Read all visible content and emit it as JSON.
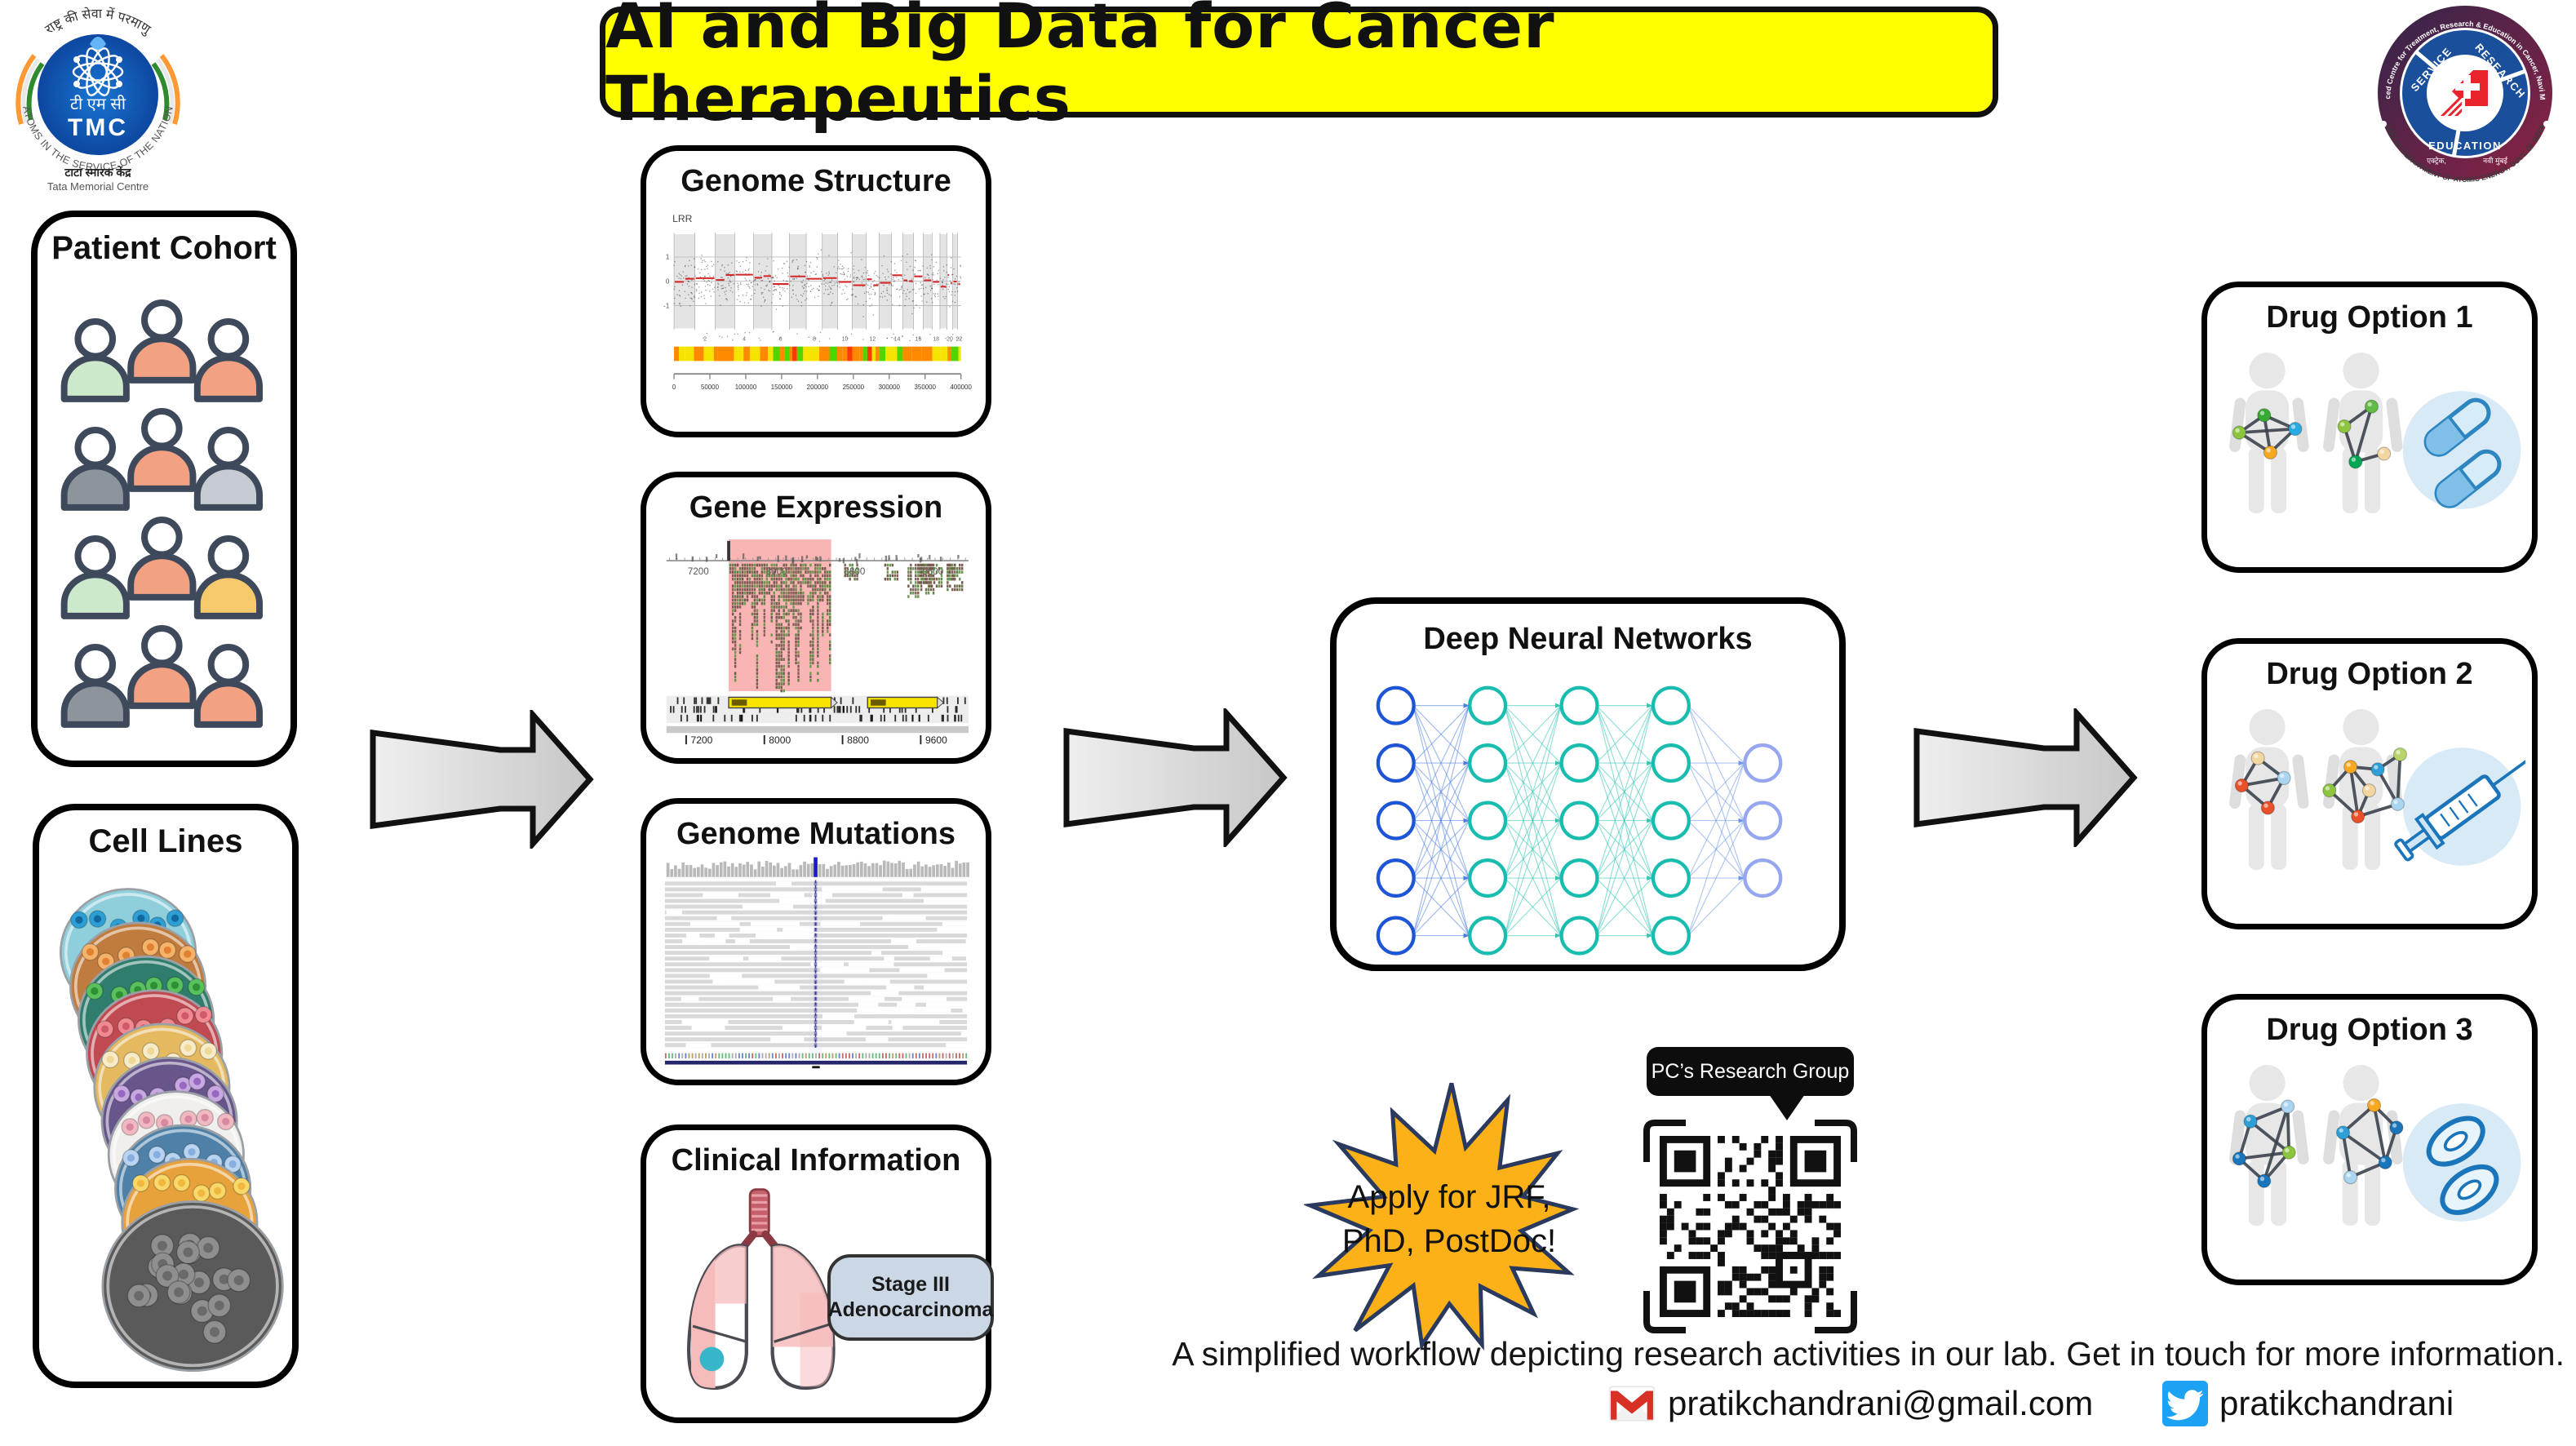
{
  "title": "AI and Big Data for Cancer Therapeutics",
  "header": {
    "tmc_logo": {
      "top_hindi": "राष्ट्र की सेवा में परमाणु",
      "abbr_hindi": "टी एम सी",
      "abbr": "TMC",
      "ring_text": "ATOMS IN THE SERVICE OF THE NATION",
      "sub_hindi": "टाटा स्मारक केंद्र",
      "sub_en": "Tata Memorial Centre"
    },
    "actrec_logo": {
      "ring_text": "Advanced Centre for Treatment, Research & Education in Cancer, Navi Mumbai",
      "words": [
        "SERVICE",
        "RESEARCH",
        "EDUCATION"
      ],
      "bottom_text": "UNIT OF DEPARTMENT OF ATOMIC ENERGY, GOVT. OF INDIA",
      "hindi_left": "एक्ट्रेक,",
      "hindi_right": "नवी मुंबई"
    }
  },
  "inputs": {
    "patient_cohort_title": "Patient Cohort",
    "cell_lines_title": "Cell Lines"
  },
  "data_boxes": {
    "genome_structure": {
      "title": "Genome Structure",
      "ylabel": "LRR",
      "yticks": [
        "1",
        "0",
        "-1"
      ],
      "chromosomes": [
        "2",
        "4",
        "6",
        "8",
        "10",
        "12",
        "14",
        "16",
        "18",
        "20",
        "22"
      ],
      "xticks": [
        "0",
        "50000",
        "100000",
        "150000",
        "200000",
        "250000",
        "300000",
        "350000",
        "400000"
      ]
    },
    "gene_expression": {
      "title": "Gene Expression",
      "ruler_ticks": [
        "7200",
        "8000",
        "8800",
        "9600"
      ]
    },
    "genome_mutations": {
      "title": "Genome Mutations"
    },
    "clinical_information": {
      "title": "Clinical Information",
      "stage_line1": "Stage III",
      "stage_line2": "Adenocarcinoma"
    }
  },
  "dnn": {
    "title": "Deep Neural Networks",
    "layer_sizes": [
      5,
      5,
      5,
      5,
      3
    ]
  },
  "drug_options": [
    {
      "title": "Drug Option 1"
    },
    {
      "title": "Drug Option 2"
    },
    {
      "title": "Drug Option 3"
    }
  ],
  "starburst": {
    "line1": "Apply for JRF,",
    "line2": "PhD, PostDoc!"
  },
  "qr": {
    "label": "PC’s Research Group"
  },
  "footer": {
    "caption": "A simplified workflow depicting research activities in our lab. Get in touch for more information.",
    "email": "pratikchandrani@gmail.com",
    "twitter_handle": "pratikchandrani"
  }
}
